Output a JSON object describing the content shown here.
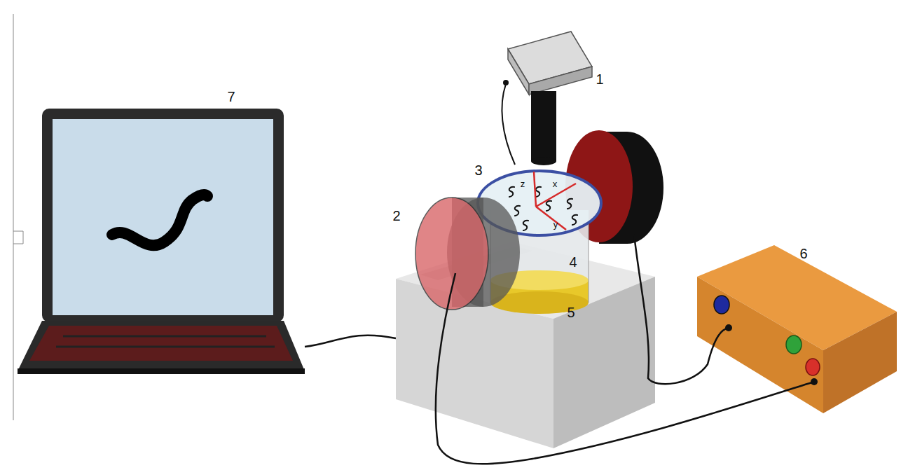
{
  "diagram": {
    "labels": [
      "7",
      "1",
      "2",
      "3",
      "2",
      "z",
      "x",
      "y",
      "4",
      "5",
      "6"
    ]
  }
}
